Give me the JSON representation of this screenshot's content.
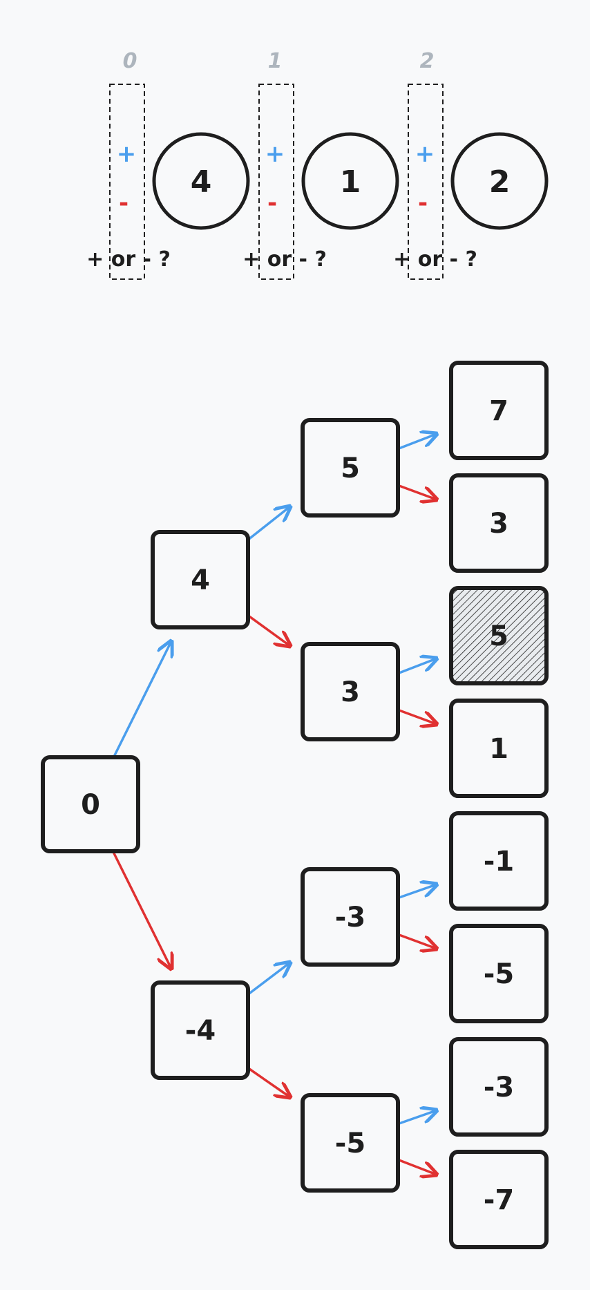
{
  "colors": {
    "plus": "#4a9eed",
    "minus": "#e03131",
    "stroke": "#1e1e1e",
    "index": "#adb5bd",
    "hatch": "#e9ecef"
  },
  "numbers": [
    {
      "index": "0",
      "value": "4",
      "plus": "+",
      "minus": "-",
      "caption": "+ or - ?"
    },
    {
      "index": "1",
      "value": "1",
      "plus": "+",
      "minus": "-",
      "caption": "+ or - ?"
    },
    {
      "index": "2",
      "value": "2",
      "plus": "+",
      "minus": "-",
      "caption": "+ or - ?"
    }
  ],
  "tree": {
    "root": "0",
    "level1": [
      "4",
      "-4"
    ],
    "level2": [
      "5",
      "3",
      "-3",
      "-5"
    ],
    "level3": [
      "7",
      "3",
      "5",
      "1",
      "-1",
      "-5",
      "-3",
      "-7"
    ],
    "highlighted_leaf_index": 2
  }
}
